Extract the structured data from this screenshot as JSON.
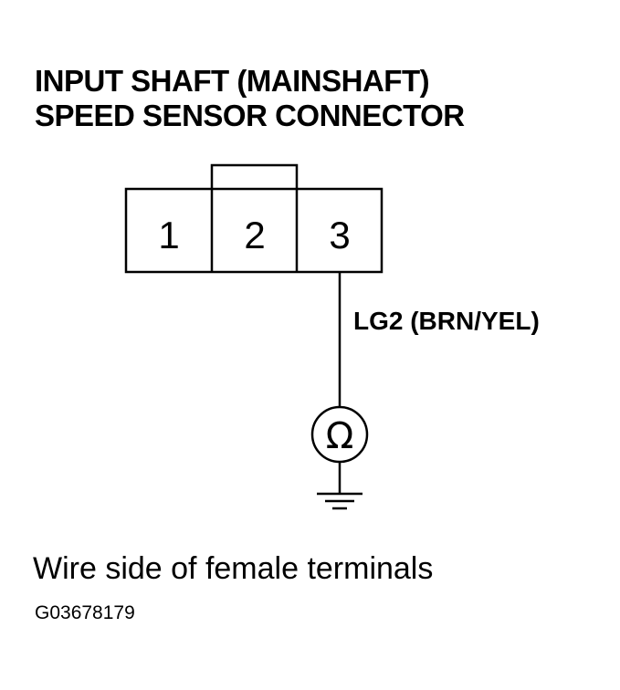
{
  "title": {
    "line1": "INPUT SHAFT (MAINSHAFT)",
    "line2": "SPEED SENSOR CONNECTOR"
  },
  "connector": {
    "terminals": [
      "1",
      "2",
      "3"
    ]
  },
  "wire_label": "LG2 (BRN/YEL)",
  "meter_symbol": "Ω",
  "caption": "Wire side of female terminals",
  "figure_code": "G03678179"
}
